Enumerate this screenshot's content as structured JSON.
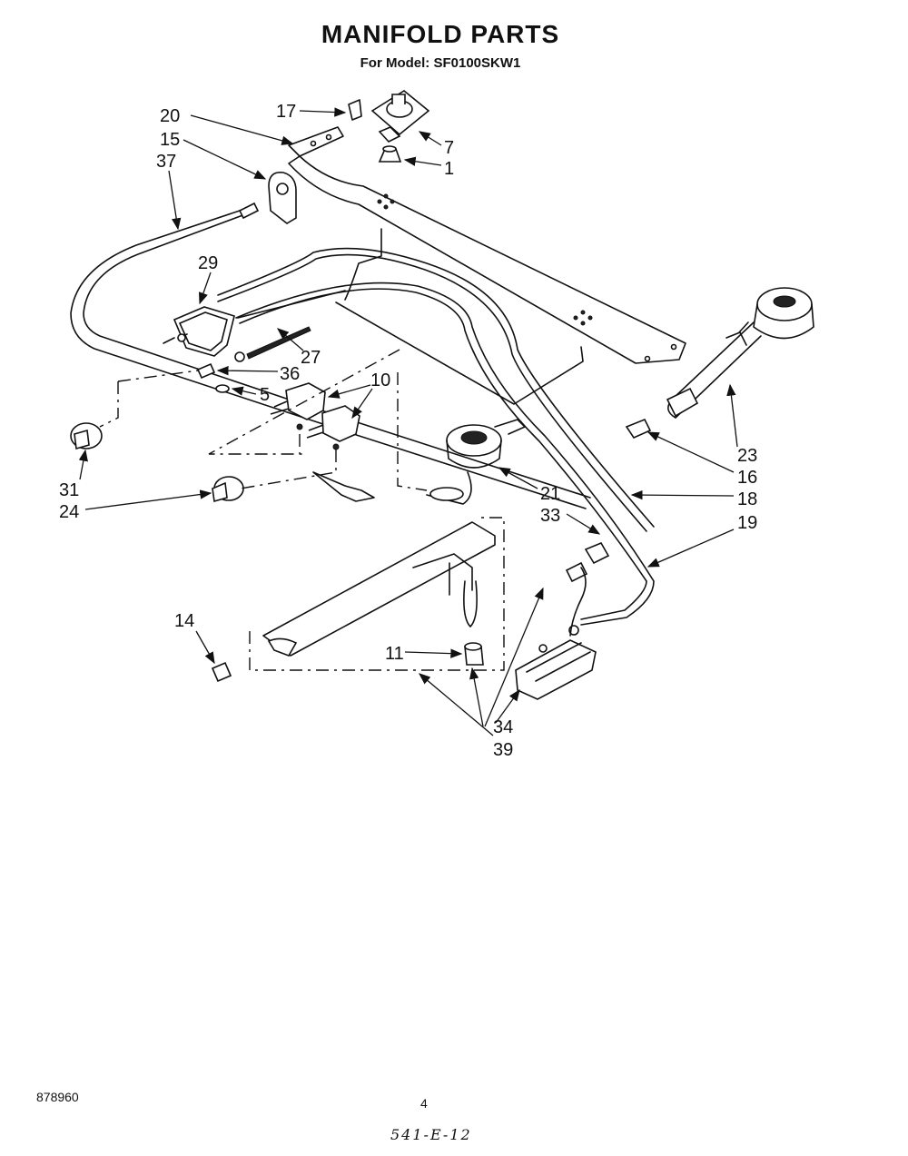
{
  "header": {
    "title": "MANIFOLD PARTS",
    "model_line": "For Model: SF0100SKW1"
  },
  "parts": {
    "p1": "1",
    "p5": "5",
    "p7": "7",
    "p10": "10",
    "p11": "11",
    "p14": "14",
    "p15": "15",
    "p16": "16",
    "p17": "17",
    "p18": "18",
    "p19": "19",
    "p20": "20",
    "p21": "21",
    "p23": "23",
    "p24": "24",
    "p27": "27",
    "p29": "29",
    "p31": "31",
    "p33": "33",
    "p34": "34",
    "p36": "36",
    "p37": "37",
    "p39": "39"
  },
  "footer": {
    "doc_number": "878960",
    "page_number": "4",
    "handwritten_code": "541-E-12"
  }
}
